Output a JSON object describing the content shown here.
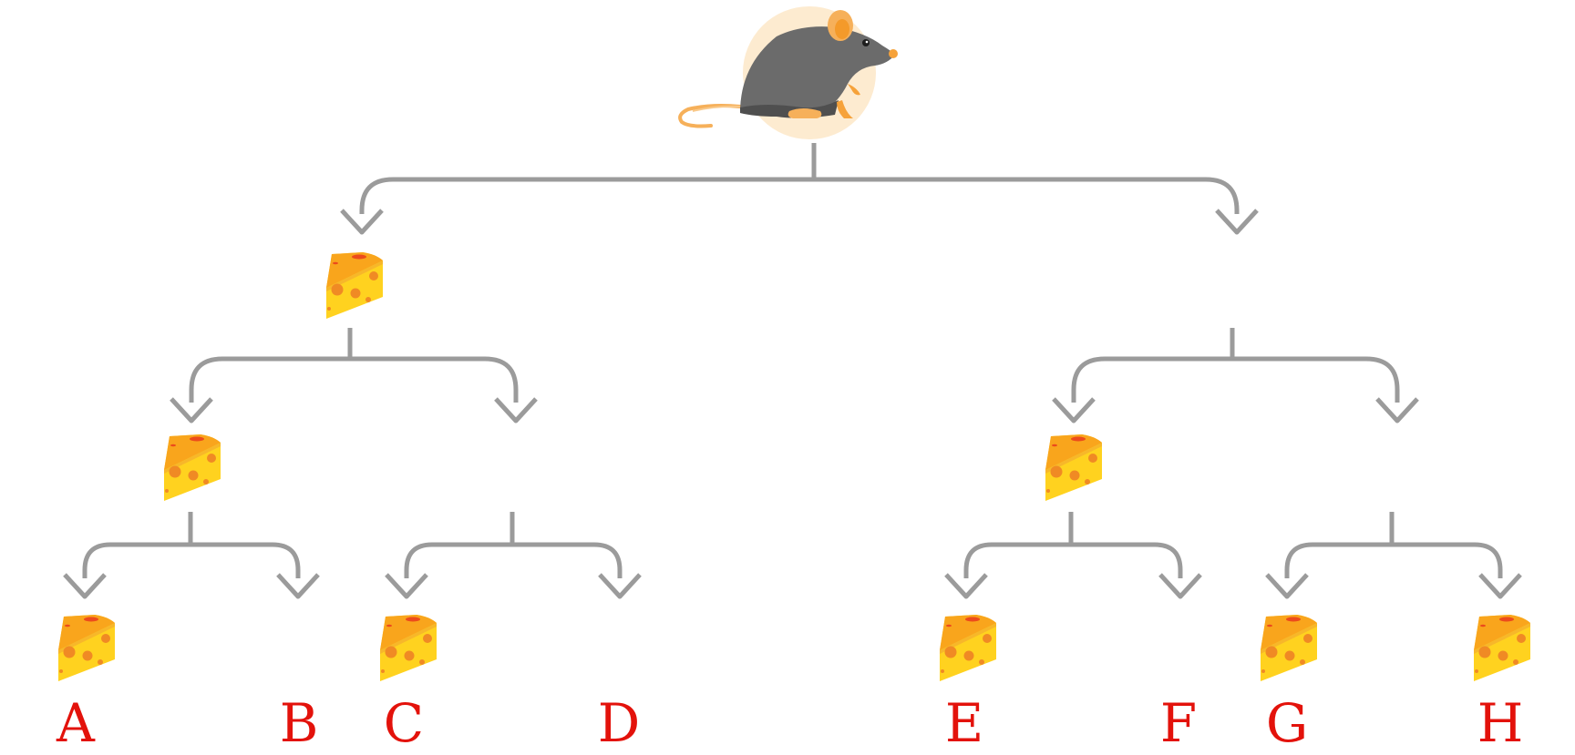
{
  "diagram": {
    "root": {
      "name": "mouse",
      "icon": "mouse-icon"
    },
    "colors": {
      "connector": "#9b9b9b",
      "label": "#e3120b",
      "cheese_body": "#ffd21f",
      "cheese_top": "#f9a51c",
      "cheese_hole": "#f08a24",
      "mouse_body": "#6b6b6b",
      "mouse_halo": "#fdebd0"
    },
    "leaves": [
      {
        "label": "A",
        "has_cheese": true
      },
      {
        "label": "B",
        "has_cheese": false
      },
      {
        "label": "C",
        "has_cheese": true
      },
      {
        "label": "D",
        "has_cheese": false
      },
      {
        "label": "E",
        "has_cheese": true
      },
      {
        "label": "F",
        "has_cheese": false
      },
      {
        "label": "G",
        "has_cheese": true
      },
      {
        "label": "H",
        "has_cheese": true
      }
    ],
    "inner_cheese": {
      "left": true,
      "right": false,
      "left_left": true,
      "left_right": false,
      "right_left": true,
      "right_right": false
    }
  }
}
